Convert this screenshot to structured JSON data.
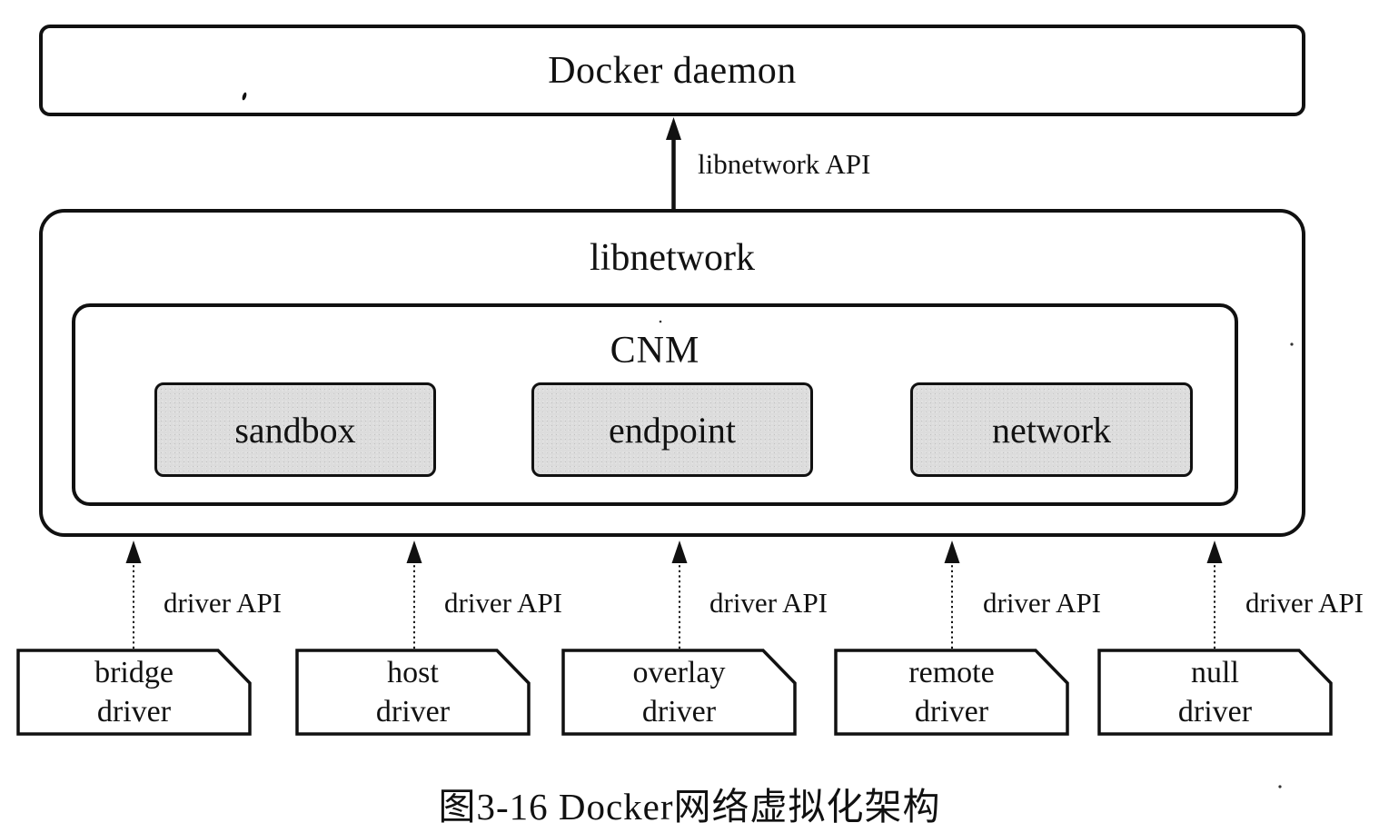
{
  "diagram": {
    "docker_daemon": {
      "label": "Docker daemon"
    },
    "libnetwork": {
      "label": "libnetwork",
      "api_label": "libnetwork API"
    },
    "cnm": {
      "label": "CNM",
      "components": [
        {
          "label": "sandbox"
        },
        {
          "label": "endpoint"
        },
        {
          "label": "network"
        }
      ]
    },
    "drivers": [
      {
        "line1": "bridge",
        "line2": "driver",
        "api_label": "driver API"
      },
      {
        "line1": "host",
        "line2": "driver",
        "api_label": "driver API"
      },
      {
        "line1": "overlay",
        "line2": "driver",
        "api_label": "driver API"
      },
      {
        "line1": "remote",
        "line2": "driver",
        "api_label": "driver API"
      },
      {
        "line1": "null",
        "line2": "driver",
        "api_label": "driver API"
      }
    ],
    "caption": "图3-16  Docker网络虚拟化架构",
    "colors": {
      "line": "#111111",
      "component_fill": "#dcdcdc",
      "background": "#ffffff"
    }
  }
}
